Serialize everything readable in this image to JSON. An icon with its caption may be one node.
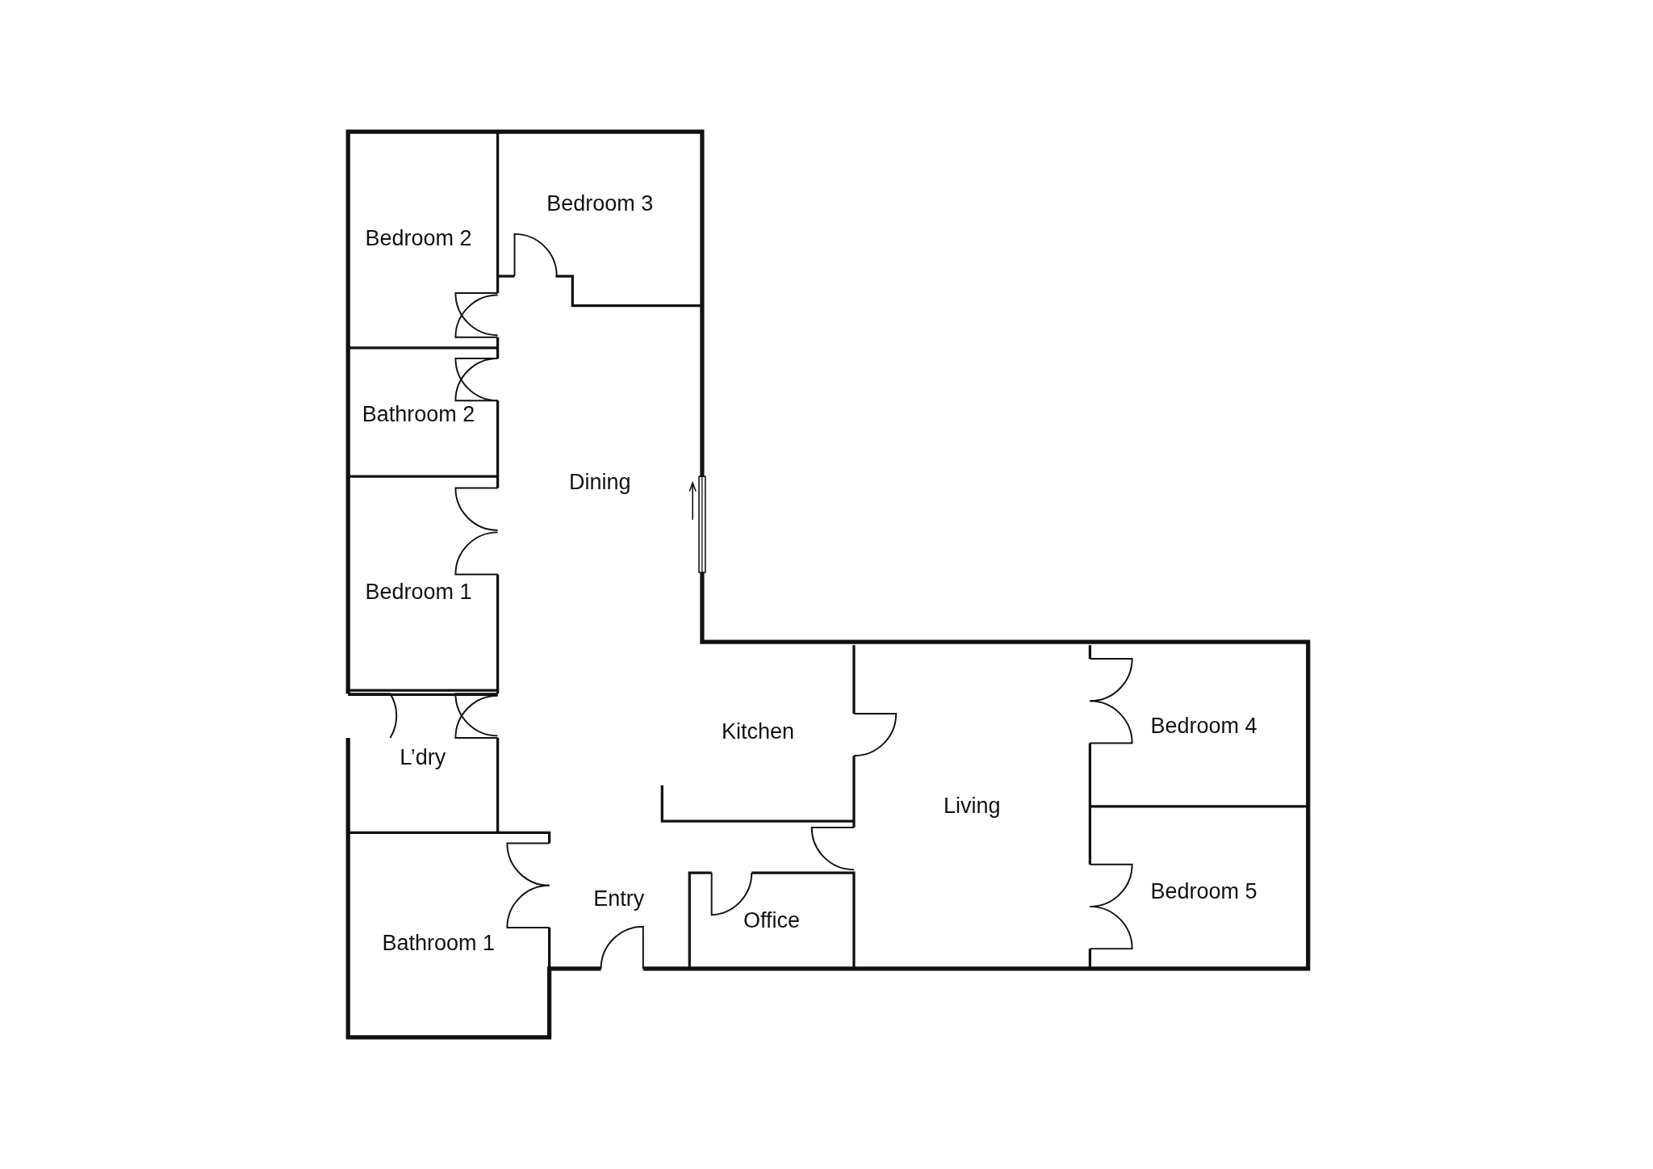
{
  "diagram": {
    "labels": [
      "Bedroom 3",
      "Bedroom 2",
      "Bathroom 2",
      "Dining",
      "Bedroom 1",
      "Bedroom 4",
      "Kitchen",
      "L’dry",
      "Living",
      "Bedroom 5",
      "Entry",
      "Office",
      "Bathroom 1"
    ]
  }
}
